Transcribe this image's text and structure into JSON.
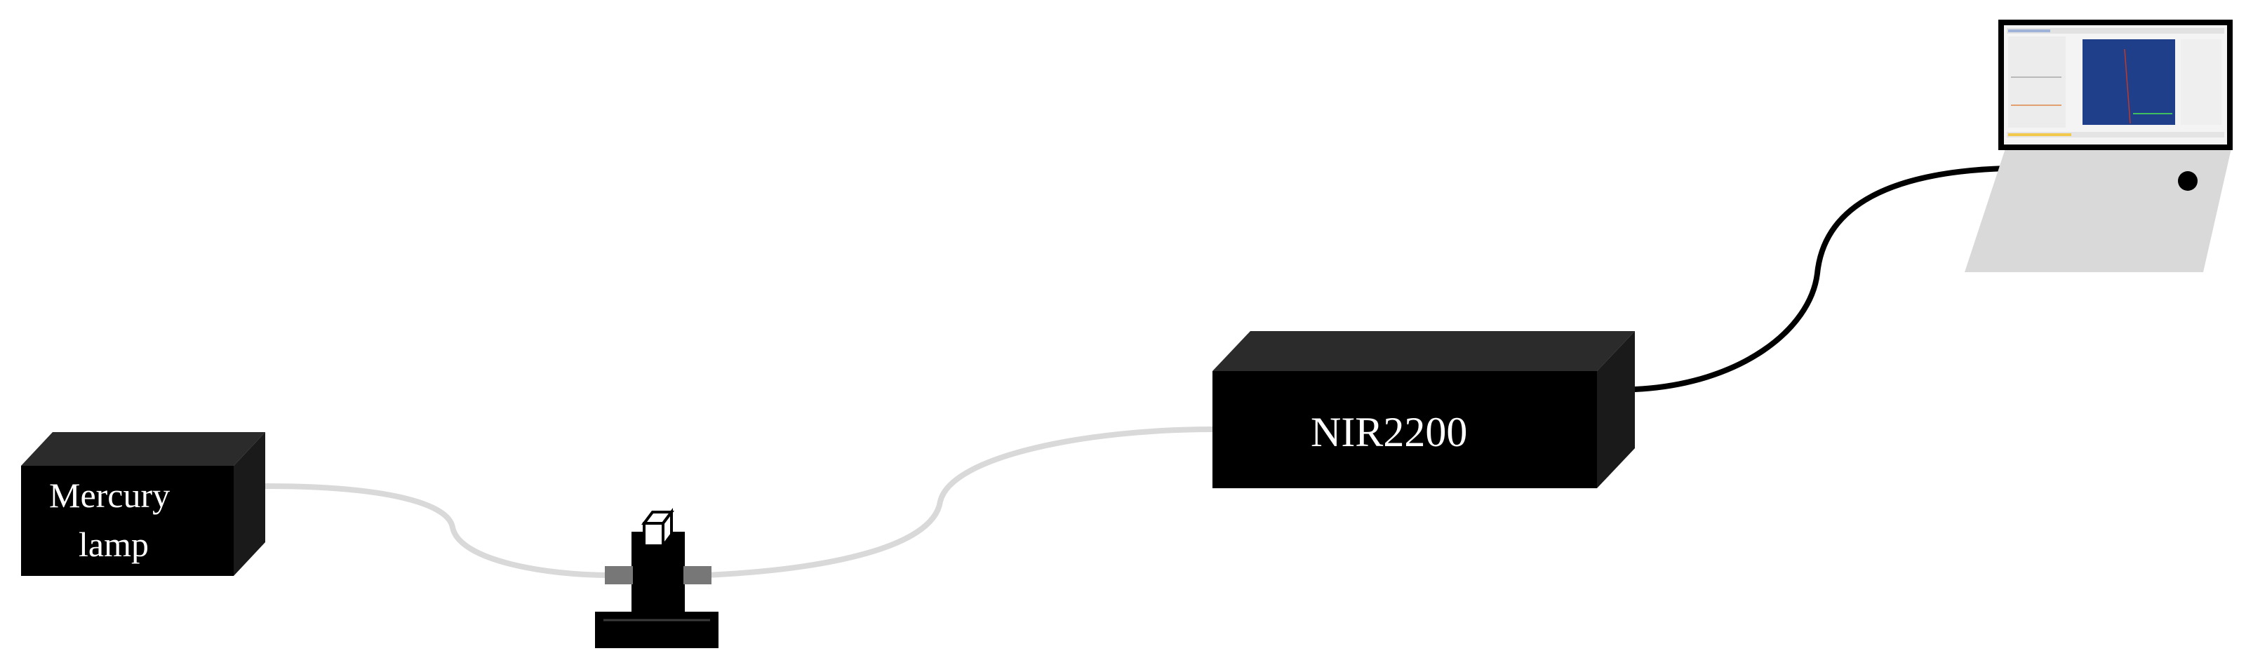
{
  "components": {
    "lamp": {
      "label_line1": "Mercury",
      "label_line2": "lamp"
    },
    "cuvette_holder": {},
    "spectrometer": {
      "label": "NIR2200"
    },
    "laptop": {}
  },
  "colors": {
    "box_front": "#000000",
    "box_top": "#2b2b2b",
    "box_side": "#1a1a1a",
    "fiber": "#d9d9d9",
    "usb_cable": "#000000",
    "laptop_body": "#d9d9d9",
    "screen_bg": "#1f3f8a",
    "screen_frame": "#000000"
  }
}
